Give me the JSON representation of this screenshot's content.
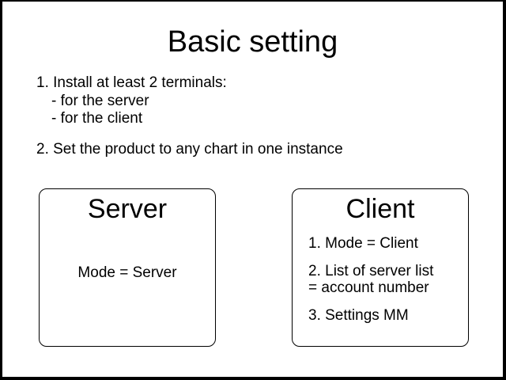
{
  "slide": {
    "title": "Basic setting",
    "intro": {
      "item1": "1. Install at least 2 terminals:",
      "sub1": "- for the server",
      "sub2": "- for the client",
      "item2": "2. Set the product to any chart in one instance"
    },
    "server_box": {
      "title": "Server",
      "body": "Mode = Server"
    },
    "client_box": {
      "title": "Client",
      "item1": "1. Mode = Client",
      "item2": "2. List of server list\n= account number",
      "item3": "3. Settings MM"
    },
    "colors": {
      "frame": "#000000",
      "slide_background": "#ffffff",
      "text": "#000000",
      "box_border": "#000000"
    }
  }
}
